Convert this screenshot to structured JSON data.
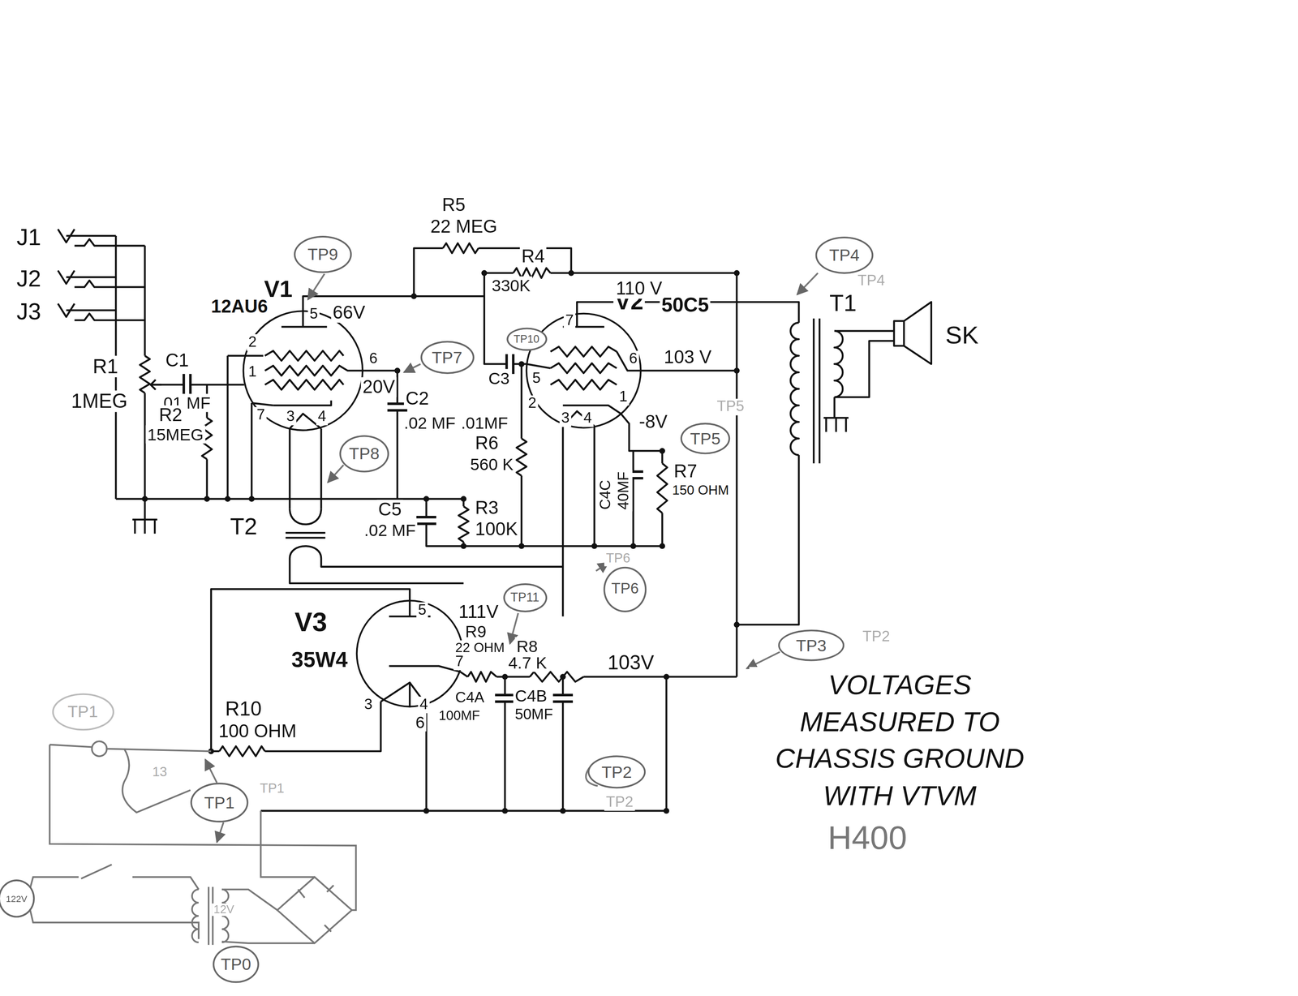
{
  "diagram": {
    "nodes": [
      {
        "text": [
          "V1",
          "12AU6"
        ]
      },
      {
        "text": [
          "V2",
          "50C5"
        ]
      },
      {
        "text": [
          "V3",
          "35W4"
        ]
      },
      {
        "text": [
          "TP9"
        ]
      },
      {
        "text": [
          "TP4"
        ]
      },
      {
        "text": [
          "TP10"
        ]
      },
      {
        "text": [
          "TP7"
        ]
      },
      {
        "text": [
          "TP8"
        ]
      },
      {
        "text": [
          "TP5"
        ]
      },
      {
        "text": [
          "TP6"
        ]
      },
      {
        "text": [
          "TP11"
        ]
      },
      {
        "text": [
          "TP3"
        ]
      },
      {
        "text": [
          "TP1"
        ]
      },
      {
        "text": [
          "TP2"
        ]
      },
      {
        "text": [
          "TP1"
        ]
      },
      {
        "text": [
          "122V"
        ]
      },
      {
        "text": [
          "TP0"
        ]
      }
    ],
    "labels": [
      "J1",
      "J2",
      "J3",
      "R1",
      "1MEG",
      "C1",
      ".01 MF",
      "R2",
      "15MEG",
      "T2",
      "5",
      "66V",
      "2",
      "1",
      "7",
      "6",
      "3",
      "4",
      "20V",
      "C2",
      ".02 MF",
      "R5",
      "22 MEG",
      "R4",
      "330K",
      "110 V",
      "7",
      "5",
      "6",
      "2",
      "3",
      "4",
      "1",
      "C3",
      ".01MF",
      "R6",
      "560 K",
      "103 V",
      "-8V",
      "C4C",
      "40MF",
      "R7",
      "150 OHM",
      "C5",
      ".02 MF",
      "R3",
      "100K",
      "T1",
      "SK",
      "5",
      "111V",
      "R9",
      "22 OHM",
      "R8",
      "4.7 K",
      "103V",
      "7",
      "3",
      "4",
      "6",
      "C4A",
      "100MF",
      "C4B",
      "50MF",
      "R10",
      "100 OHM",
      "VOLTAGES MEASURED TO CHASSIS GROUND WITH VTVM",
      "H400",
      "TP4",
      "TP5",
      "TP6",
      "TP2",
      "TP1",
      "TP2",
      "13",
      "12V"
    ]
  }
}
